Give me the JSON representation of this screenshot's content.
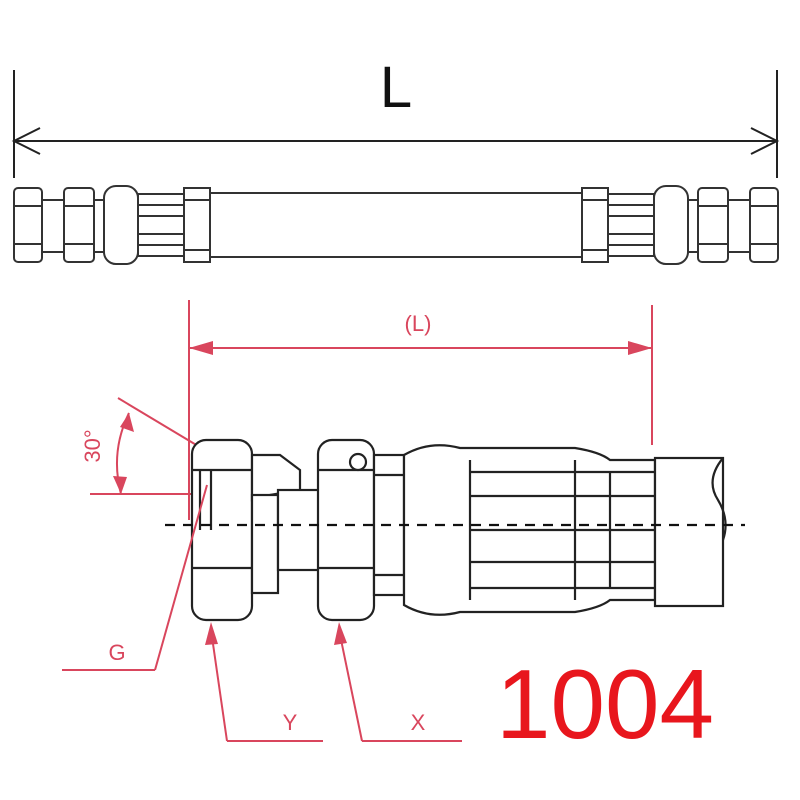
{
  "labels": {
    "overall_length": "L",
    "detail_length": "(L)",
    "angle": "30°",
    "thread": "G",
    "width_y": "Y",
    "width_x": "X",
    "model_number": "1004"
  },
  "colors": {
    "ink": "#111111",
    "dimension_red": "#d9465d",
    "model_red": "#e8161d",
    "background": "#ffffff"
  }
}
